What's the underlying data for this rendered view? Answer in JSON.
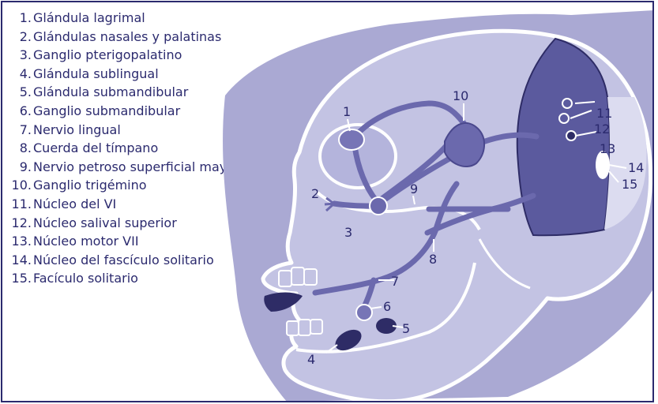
{
  "legend": [
    {
      "num": "1.",
      "text": "Glándula lagrimal"
    },
    {
      "num": "2.",
      "text": "Glándulas nasales y palatinas"
    },
    {
      "num": "3.",
      "text": "Ganglio pterigopalatino"
    },
    {
      "num": "4.",
      "text": "Glándula sublingual"
    },
    {
      "num": "5.",
      "text": "Glándula submandibular"
    },
    {
      "num": "6.",
      "text": "Ganglio submandibular"
    },
    {
      "num": "7.",
      "text": "Nervio lingual"
    },
    {
      "num": "8.",
      "text": "Cuerda del tímpano"
    },
    {
      "num": "9.",
      "text": "Nervio petroso superficial mayor"
    },
    {
      "num": "10.",
      "text": "Ganglio trigémino"
    },
    {
      "num": "11.",
      "text": "Núcleo del VI"
    },
    {
      "num": "12.",
      "text": "Núcleo salival superior"
    },
    {
      "num": "13.",
      "text": "Núcleo motor VII"
    },
    {
      "num": "14.",
      "text": "Núcleo del fascículo solitario"
    },
    {
      "num": "15.",
      "text": "Facículo solitario"
    }
  ],
  "callouts": {
    "c1": "1",
    "c2": "2",
    "c3": "3",
    "c4": "4",
    "c5": "5",
    "c6": "6",
    "c7": "7",
    "c8": "8",
    "c9": "9",
    "c10": "10",
    "c11": "11",
    "c12": "12",
    "c13": "13",
    "c14": "14",
    "c15": "15"
  },
  "colors": {
    "frame": "#2b2a6e",
    "text": "#2b2a6e",
    "backdrop": "#aaa9d3",
    "skull": "#c3c3e3",
    "brainstem": "#5b5a9e",
    "nerve": "#6b69ad",
    "glands": "#2e2c66"
  }
}
